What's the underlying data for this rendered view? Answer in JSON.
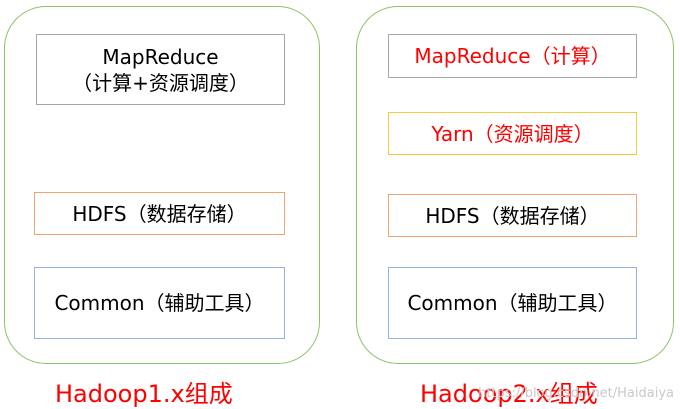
{
  "left": {
    "mapreduce_line1": "MapReduce",
    "mapreduce_line2": "（计算+资源调度）",
    "hdfs": "HDFS（数据存储）",
    "common": "Common（辅助工具）",
    "caption": "Hadoop1.x组成"
  },
  "right": {
    "mapreduce": "MapReduce（计算）",
    "yarn": "Yarn（资源调度）",
    "hdfs": "HDFS（数据存储）",
    "common": "Common（辅助工具）",
    "caption": "Hadoop2.x组成"
  },
  "watermark": "https://blog.csdn.net/Haidaiya",
  "colors": {
    "panel_border": "#8fc46a",
    "caption": "#ff0000",
    "mapreduce_box_border": "#a6a6a6",
    "hdfs_box_border": "#f4a36b",
    "common_box_border": "#8fb4de",
    "yarn_box_border": "#f0cc3a"
  }
}
